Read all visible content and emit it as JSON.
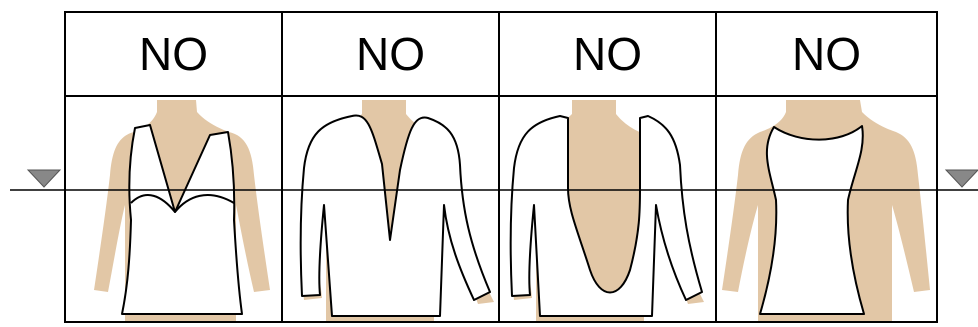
{
  "panels": [
    {
      "label": "NO",
      "garment": "deep-v-neck-sleeveless-top",
      "view": "front"
    },
    {
      "label": "NO",
      "garment": "deep-v-neck-long-sleeve-top",
      "view": "front"
    },
    {
      "label": "NO",
      "garment": "low-back-long-sleeve-top",
      "view": "back"
    },
    {
      "label": "NO",
      "garment": "racerback-tank-top",
      "view": "back"
    }
  ],
  "markers": {
    "left_icon": "triangle-down-icon",
    "right_icon": "triangle-down-icon"
  },
  "colors": {
    "skin": "#e2c7a6",
    "garment_fill": "#ffffff",
    "outline": "#000000",
    "marker": "#888888",
    "grid": "#000000"
  }
}
